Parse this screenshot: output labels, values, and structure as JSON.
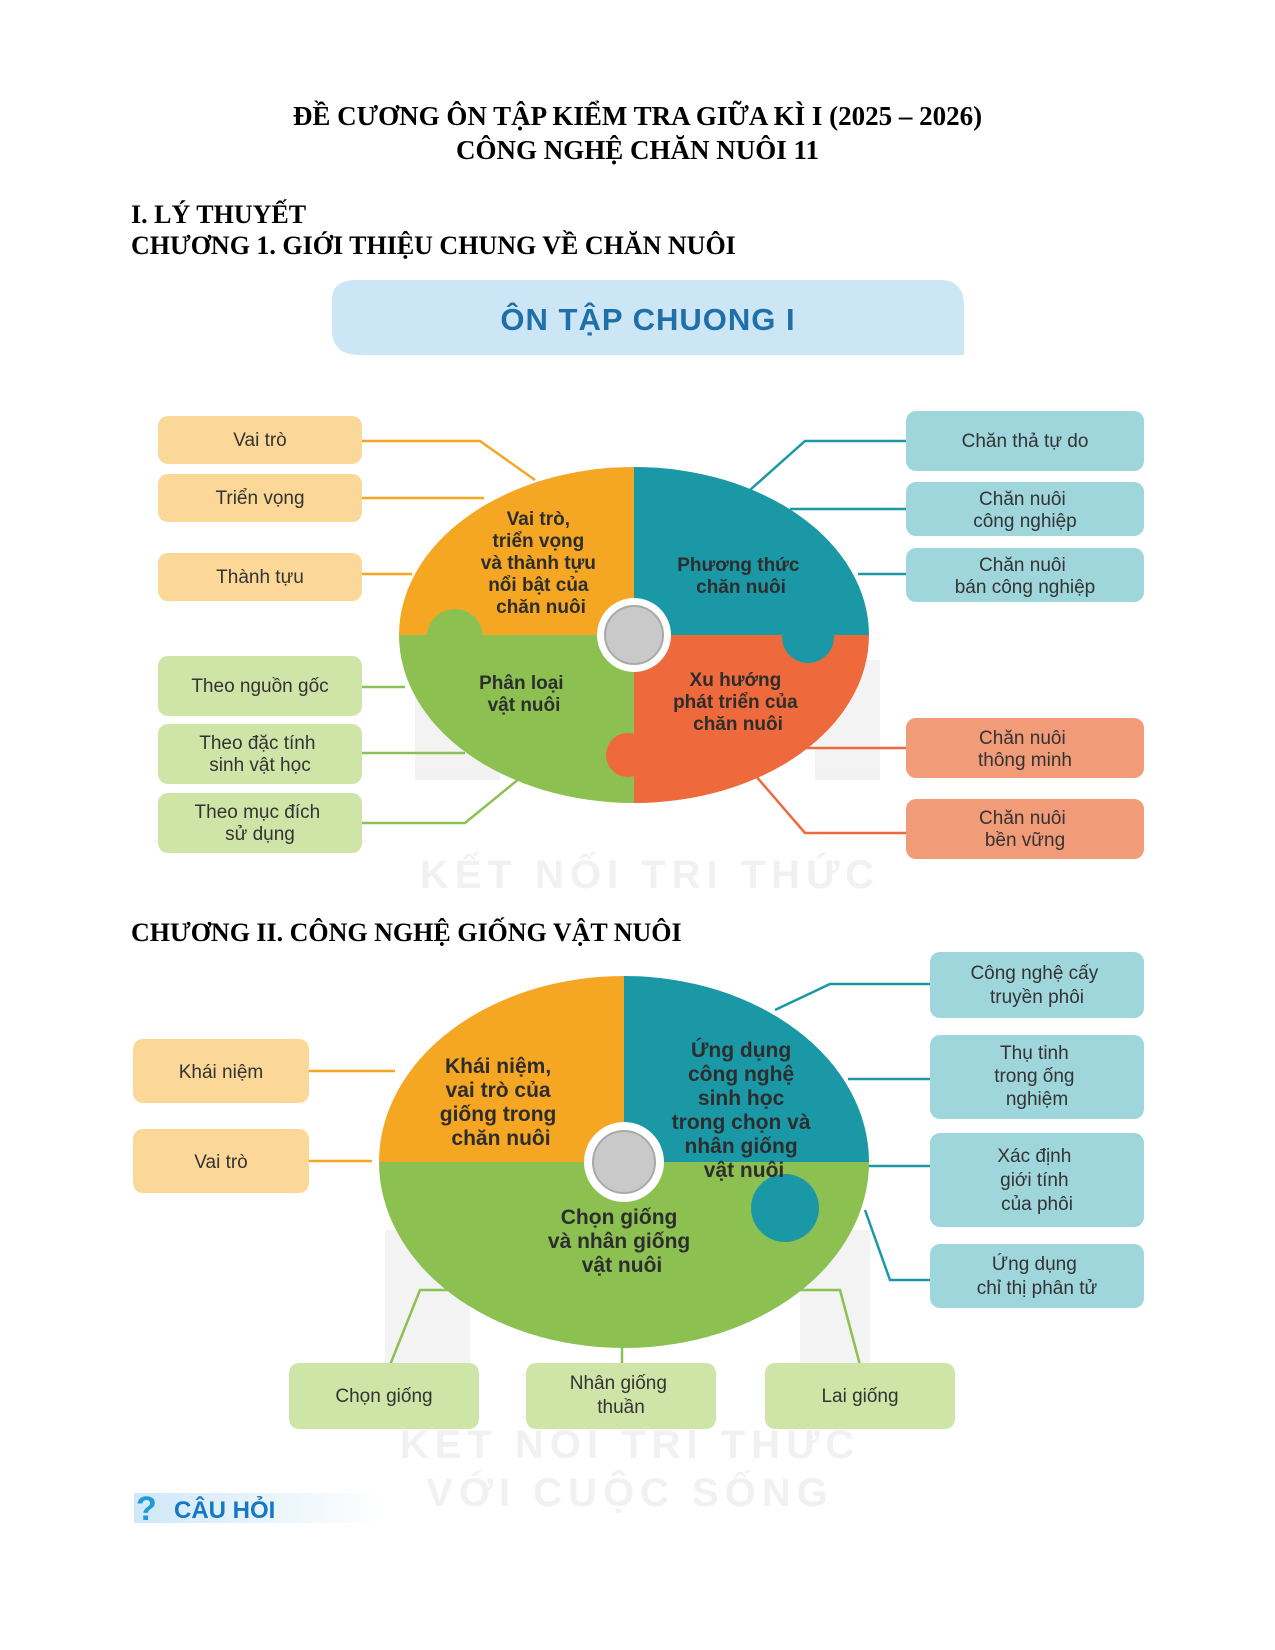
{
  "header": {
    "title_line1": "ĐỀ CƯƠNG ÔN TẬP KIỂM TRA GIỮA KÌ I (2025 – 2026)",
    "title_line2": "CÔNG NGHỆ CHĂN NUÔI 11"
  },
  "section": {
    "part_heading": "I. LÝ THUYẾT",
    "chapter1_heading": "CHƯƠNG 1. GIỚI THIỆU CHUNG VỀ CHĂN NUÔI",
    "chapter2_heading": "CHƯƠNG II. CÔNG NGHỆ GIỐNG VẬT NUÔI"
  },
  "diagram1": {
    "banner": "ÔN TẬP CHUONG I",
    "core_roles": [
      "Vai trò,",
      "triển vọng",
      "và thành tựu",
      "nổi bật của",
      "chăn nuôi"
    ],
    "core_methods": [
      "Phương thức",
      "chăn nuôi"
    ],
    "core_classification": [
      "Phân loại",
      "vật nuôi"
    ],
    "core_trends": [
      "Xu hướng",
      "phát triển của",
      "chăn nuôi"
    ],
    "left_orange": [
      [
        "Vai trò"
      ],
      [
        "Triển vọng"
      ],
      [
        "Thành tựu"
      ]
    ],
    "left_green": [
      [
        "Theo nguồn gốc"
      ],
      [
        "Theo đặc tính",
        "sinh vật học"
      ],
      [
        "Theo mục đích",
        "sử dụng"
      ]
    ],
    "right_teal": [
      [
        "Chăn thả tự do"
      ],
      [
        "Chăn nuôi",
        "công nghiệp"
      ],
      [
        "Chăn nuôi",
        "bán công nghiệp"
      ]
    ],
    "right_red": [
      [
        "Chăn nuôi",
        "thông minh"
      ],
      [
        "Chăn nuôi",
        "bền vững"
      ]
    ],
    "watermark": "KẾT NỐI TRI THỨC"
  },
  "diagram2": {
    "core_concept": [
      "Khái niệm,",
      "vai trò của",
      "giống trong",
      "chăn nuôi"
    ],
    "core_biotech": [
      "Ứng dụng",
      "công nghệ",
      "sinh học",
      "trong chọn và",
      "nhân giống",
      "vật nuôi"
    ],
    "core_selection": [
      "Chọn giống",
      "và nhân giống",
      "vật nuôi"
    ],
    "left_orange": [
      [
        "Khái niệm"
      ],
      [
        "Vai trò"
      ]
    ],
    "right_teal": [
      [
        "Công nghệ cấy",
        "truyền phôi"
      ],
      [
        "Thụ tinh",
        "trong ống",
        "nghiệm"
      ],
      [
        "Xác định",
        "giới tính",
        "của phôi"
      ],
      [
        "Ứng dụng",
        "chỉ thị phân tử"
      ]
    ],
    "bottom_green": [
      [
        "Chọn giống"
      ],
      [
        "Nhân giống",
        "thuần"
      ],
      [
        "Lai giống"
      ]
    ],
    "watermark_line1": "KẾT NỐI TRI THỨC",
    "watermark_line2": "VỚI CUỘC SỐNG"
  },
  "footer": {
    "question_label": "CÂU HỎI",
    "question_mark": "?"
  },
  "colors": {
    "orange_core": "#f5a623",
    "orange_box": "#fcd898",
    "teal_core": "#1b98a6",
    "teal_box": "#9fd6dc",
    "green_core": "#8cc152",
    "green_box": "#cfe5a8",
    "red_core": "#ee6a3c",
    "red_box": "#f29b78",
    "banner": "#cde6f6",
    "banner_text": "#1f6fa8"
  }
}
